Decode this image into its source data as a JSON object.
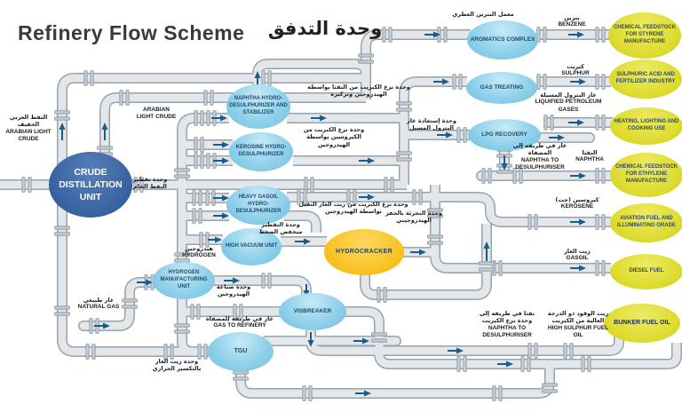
{
  "title": {
    "en": "Refinery Flow Scheme",
    "ar": "وحدة التدفق"
  },
  "colors": {
    "unit_blue": "#90d1ea",
    "unit_dark_blue": "#35609e",
    "hydrocracker_yellow": "#f6bf1a",
    "product_yellow": "#dedb2f",
    "pipe_fill": "#e3e7ea",
    "pipe_outline": "#99a3ab",
    "arrow_blue": "#1a5c8c"
  },
  "units": {
    "cdu": {
      "label": "CRUDE DISTILLATION UNIT",
      "label_ar": "وحدة تقطير النفط الخام"
    },
    "naphtha_hds": {
      "label": "NAPHTHA HYDRO-DESULPHURIZER AND STABILIZER",
      "label_ar": "وحدة نزع الكبريت من النفثا بواسطة الهيدروجين وتركيزه"
    },
    "kerosine_hds": {
      "label": "KEROSINE HYDRO-DESULPHURIZER",
      "label_ar": "وحدة نزع الكبريت من الكيروسين بواسطة الهيدروجين"
    },
    "heavy_gasoil_hds": {
      "label": "HEAVY GASOIL HYDRO-DESULPHURIZER",
      "label_ar": "وحدة نزع الكبريت من زيت الغاز الثقيل بواسطة الهيدروجين"
    },
    "high_vacuum": {
      "label": "HIGH VACUUM UNIT",
      "label_ar": "وحدة التقطير منخفض الضغط"
    },
    "hydrogen_mfg": {
      "label": "HYDROGEN MANUFACTURING UNIT",
      "label_ar": "وحدة صناعة الهيدروجين"
    },
    "hydrocracker": {
      "label": "HYDROCRACKER",
      "label_ar": "وحدة التجزئة بالحفز الهيدروجيني"
    },
    "visbreaker": {
      "label": "VISBREAKER"
    },
    "tgu": {
      "label": "TGU",
      "label_ar": "وحدة زيت الغاز بالتكسير الحراري"
    },
    "aromatics": {
      "label": "AROMATICS COMPLEX",
      "label_ar": "معمل البنزين العطري"
    },
    "gas_treating": {
      "label": "GAS TREATING"
    },
    "lpg_recovery": {
      "label": "LPG RECOVERY",
      "label_ar": "وحدة إستعادة غاز البترول المسيل"
    }
  },
  "products": {
    "styrene": {
      "label": "CHEMICAL FEEDSTOCK FOR STYRENE MANUFACTURE"
    },
    "sulphuric": {
      "label": "SULPHURIC ACID AND FERTILIZER INDUSTRY"
    },
    "heating": {
      "label": "HEATING, LIGHTING AND COOKING USE"
    },
    "ethylene": {
      "label": "CHEMICAL FEEDSTOCK FOR ETHYLENE MANUFACTURE"
    },
    "aviation": {
      "label": "AVIATION FUEL AND ILLUMINATING GRADE"
    },
    "diesel": {
      "label": "DIESEL FUEL"
    },
    "bunker": {
      "label": "BUNKER FUEL OIL"
    }
  },
  "labels": {
    "alc_left": {
      "ar": "النفط العربي الخفيف",
      "en": "ARABIAN LIGHT CRUDE"
    },
    "alc_mid": {
      "en": "ARABIAN LIGHT CRUDE"
    },
    "hydrogen": {
      "ar": "هيدروجين",
      "en": "HYDROGEN"
    },
    "natural_gas": {
      "ar": "غاز طبيعي",
      "en": "NATURAL GAS"
    },
    "gas_to_refinery": {
      "ar": "غاز في طريقه للمصفاة",
      "en": "GAS TO REFINERY"
    },
    "benzene": {
      "ar": "بنزين",
      "en": "BENZENE"
    },
    "sulphur": {
      "ar": "كبريت",
      "en": "SULPHUR"
    },
    "lpg_gases": {
      "ar": "غاز البترول المسيلة",
      "en": "LIQUIFIED PETROLEUM GASES"
    },
    "naphtha": {
      "ar": "النفثا",
      "en": "NAPHTHA"
    },
    "kerosene": {
      "ar": "كيروسين (جت)",
      "en": "KEROSENE"
    },
    "gasoil": {
      "ar": "زيت الغاز",
      "en": "GASOIL"
    },
    "naphtha_to_desulphuriser_mid": {
      "ar": "غاز في طريقه إلى المصفاة",
      "en": "NAPHTHA TO DESULPHURISER"
    },
    "naphtha_to_desulphuriser_bottom": {
      "ar": "نفثا في طريقه إلى وحدة نزع الكبريت",
      "en": "NAPHTHA TO DESULPHURISER"
    },
    "high_sulphur_fuel_oil": {
      "ar": "زيت الوقود ذو الدرجة العالية من الكبريت",
      "en": "HIGH SULPHUR FUEL OIL"
    }
  }
}
